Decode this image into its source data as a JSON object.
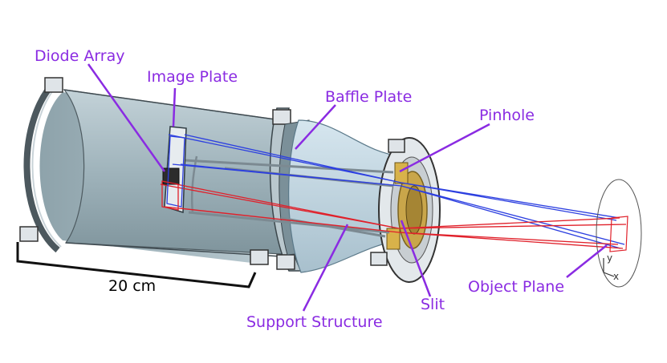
{
  "labels": {
    "diode_array": "Diode Array",
    "image_plate": "Image Plate",
    "baffle_plate": "Baffle Plate",
    "pinhole": "Pinhole",
    "support_structure": "Support Structure",
    "slit": "Slit",
    "object_plane": "Object Plane"
  },
  "scale_bar": {
    "text": "20 cm"
  },
  "axes": {
    "x": "x",
    "y": "y"
  },
  "colors": {
    "label_text": "#8a2be2",
    "leader_line": "#8a2be2",
    "ray_blue": "#2c3fe0",
    "ray_red": "#e0202a",
    "body_fill": "#a9bcc4",
    "body_dark": "#6f8891",
    "brass": "#c9a64a",
    "flange": "#dfe4e8"
  }
}
